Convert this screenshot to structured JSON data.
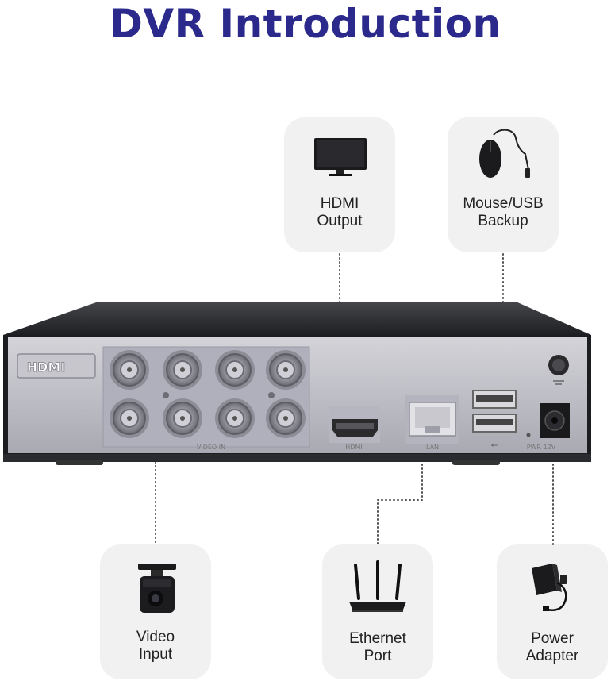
{
  "title": "DVR Introduction",
  "cards": {
    "hdmi": {
      "line1": "HDMI",
      "line2": "Output"
    },
    "mouse": {
      "line1": "Mouse/USB",
      "line2": "Backup"
    },
    "video": {
      "line1": "Video",
      "line2": "Input"
    },
    "ethernet": {
      "line1": "Ethernet",
      "line2": "Port"
    },
    "power": {
      "line1": "Power",
      "line2": "Adapter"
    }
  },
  "dvr": {
    "hdmi_logo": "HDMI",
    "video_in_label": "VIDEO IN",
    "hdmi_port_label": "HDMI",
    "lan_label": "LAN",
    "power_label": "PWR 12V"
  },
  "colors": {
    "title": "#2b2a8c",
    "card_bg": "#f1f1f1",
    "panel": "#b9b9c4",
    "body_top": "#2c2d30"
  }
}
